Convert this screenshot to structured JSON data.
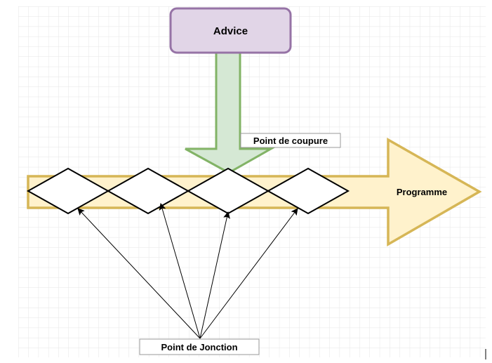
{
  "diagram": {
    "advice_box": {
      "label": "Advice"
    },
    "cut_point": {
      "label": "Point de coupure"
    },
    "program_arrow": {
      "label": "Programme"
    },
    "join_point": {
      "label": "Point de Jonction"
    },
    "join_diamond_count": 4,
    "colors": {
      "grid": "#e6e6e6",
      "advice_fill": "#e1d5e7",
      "advice_stroke": "#9673a6",
      "advice_arrow_fill": "#d5e8d4",
      "advice_arrow_stroke": "#82b366",
      "program_fill": "#fff2cc",
      "program_stroke": "#d6b656",
      "diamond_fill": "#ffffff",
      "diamond_stroke": "#000000",
      "label_box_fill": "#ffffff",
      "label_box_stroke": "#999999",
      "text": "#000000"
    }
  }
}
